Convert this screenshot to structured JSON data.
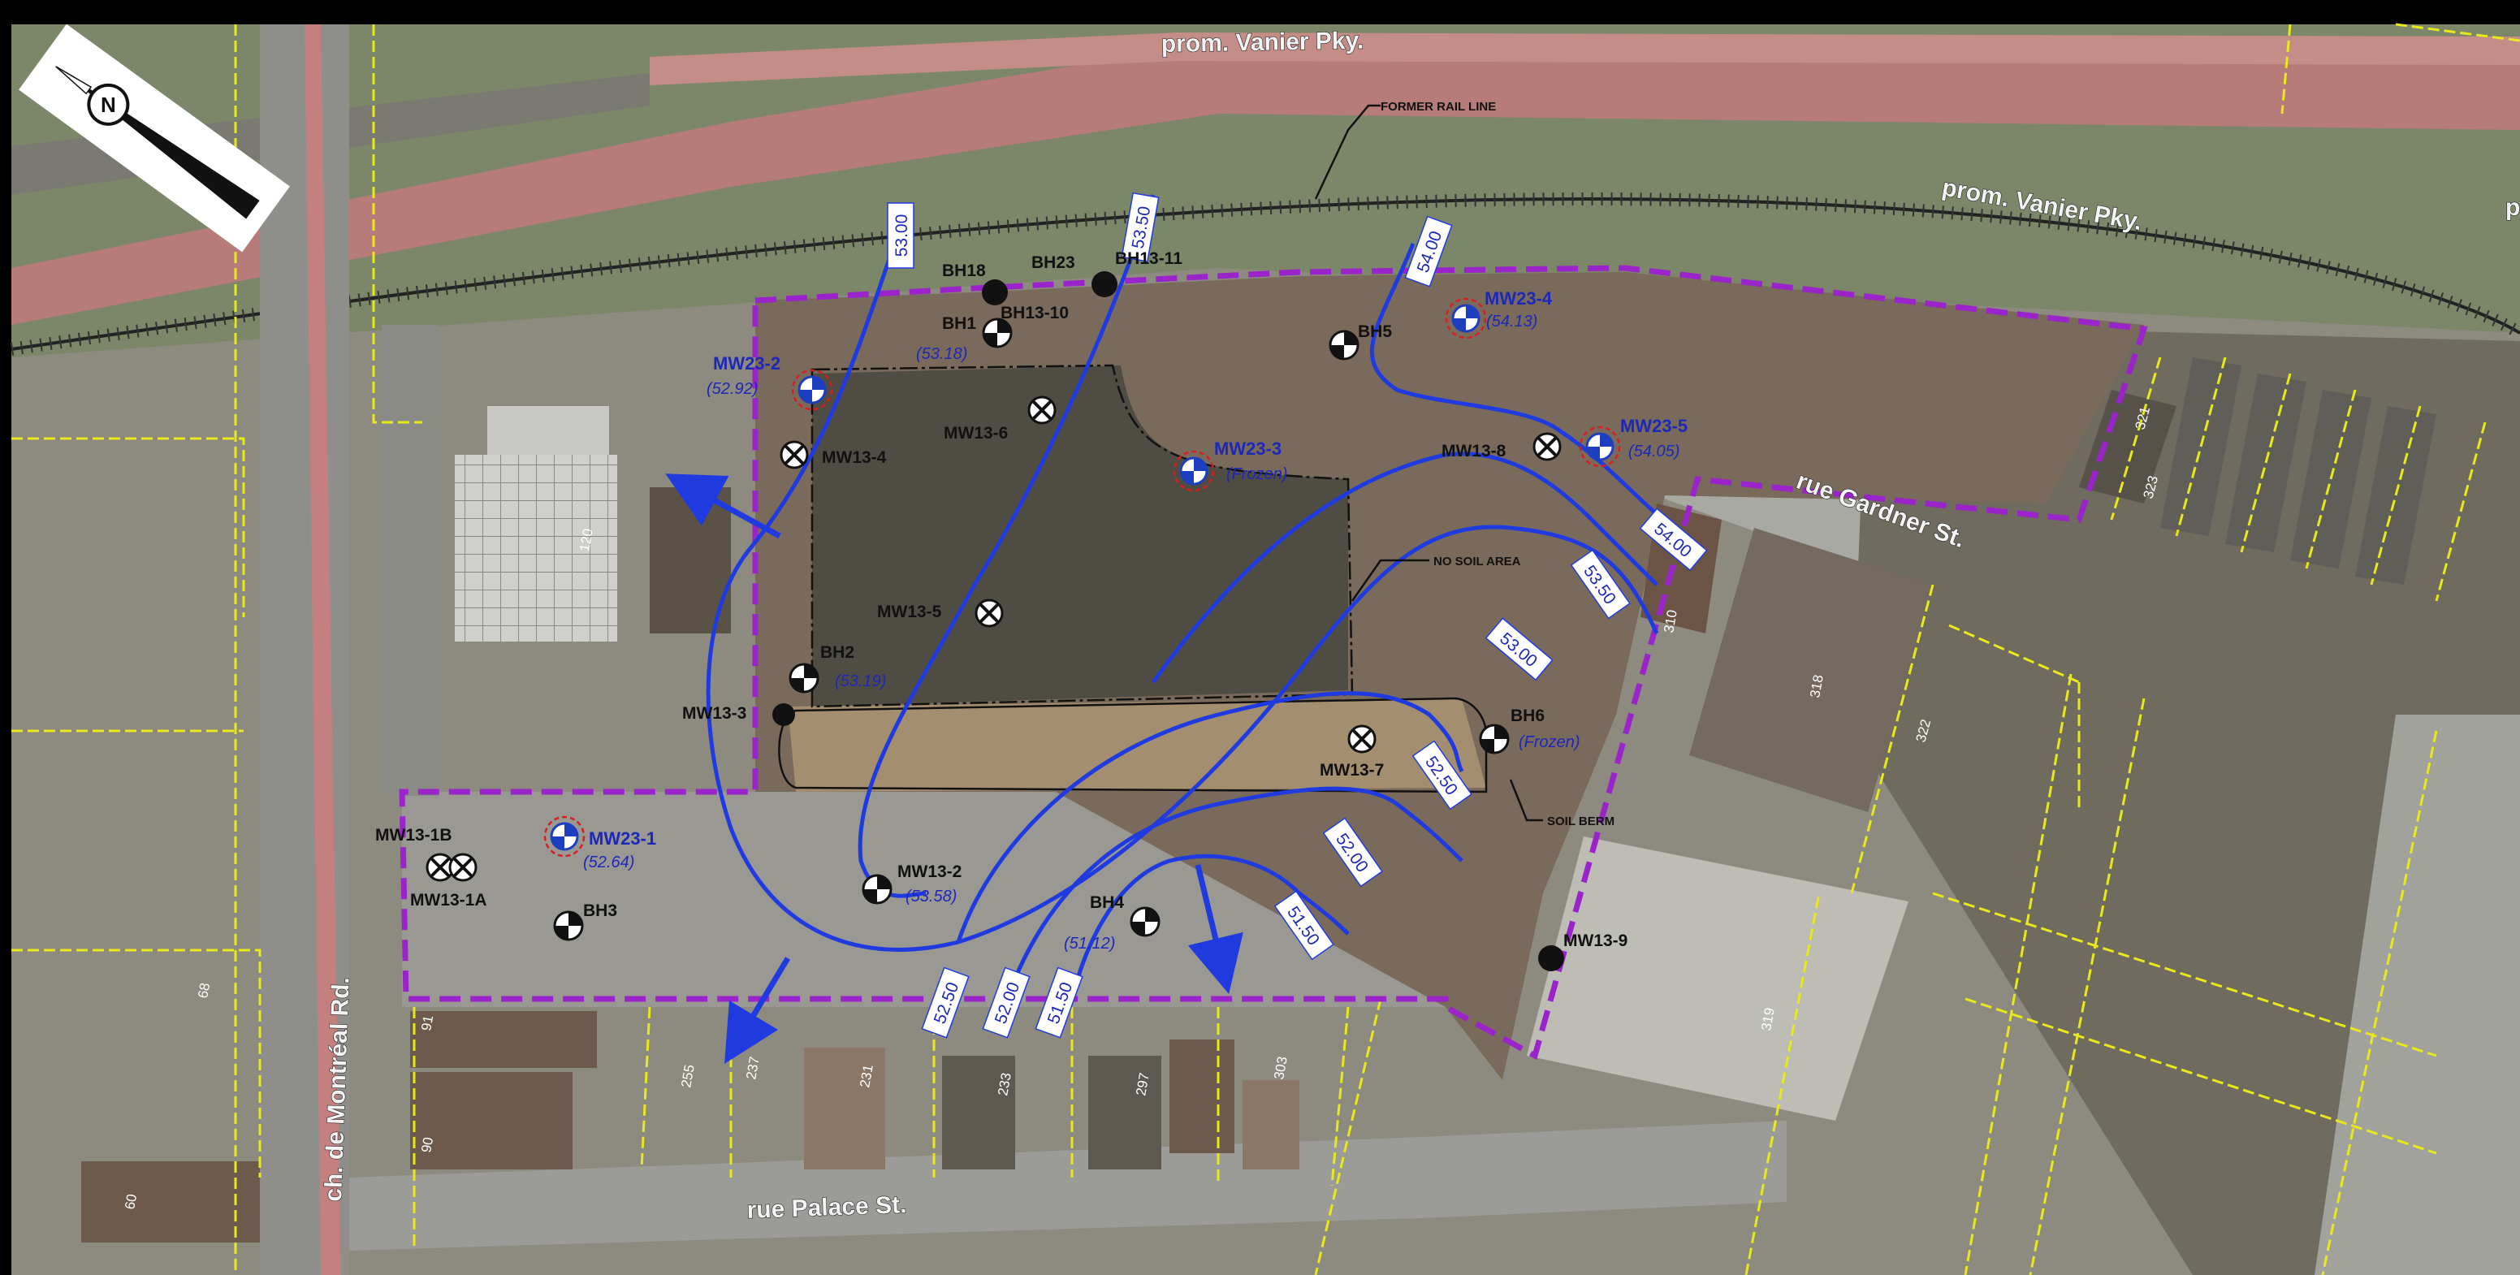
{
  "streets": {
    "vanier_top": "prom. Vanier Pky.",
    "vanier_mid": "prom. Vanier Pky.",
    "gardner": "rue Gardner St.",
    "montreal": "ch. de Montréal Rd.",
    "palace": "rue Palace St.",
    "edge_p": "p"
  },
  "annotations": {
    "former_rail": "FORMER RAIL LINE",
    "no_soil": "NO SOIL AREA",
    "soil_berm": "SOIL BERM"
  },
  "building_addresses": {
    "a120": "120",
    "a310": "310",
    "a318": "318",
    "a319": "319",
    "a321": "321",
    "a322": "322",
    "a323": "323",
    "a91": "91",
    "a90": "90",
    "a255": "255",
    "a237": "237",
    "a231": "231",
    "a233": "233",
    "a297": "297",
    "a303": "303",
    "a68": "68",
    "a60": "60"
  },
  "contours": {
    "c5300": "53.00",
    "c5350a": "53.50",
    "c5400a": "54.00",
    "c5400b": "54.00",
    "c5350b": "53.50",
    "c5300b": "53.00",
    "c5250a": "52.50",
    "c5200a": "52.00",
    "c5150a": "51.50",
    "c5250b": "52.50",
    "c5200b": "52.00",
    "c5150b": "51.50"
  },
  "boreholes": {
    "bh18": "BH18",
    "bh23": "BH23",
    "bh1311": "BH13-11",
    "bh1": "BH1",
    "bh1310": "BH13-10",
    "bh1_elev": "(53.18)",
    "bh5": "BH5",
    "mw132": "MW23-2",
    "mw232_elev": "(52.92)",
    "mw136": "MW13-6",
    "mw134": "MW13-4",
    "mw233": "MW23-3",
    "mw233_elev": "(Frozen)",
    "mw234": "MW23-4",
    "mw234_elev": "(54.13)",
    "mw138": "MW13-8",
    "mw235": "MW23-5",
    "mw235_elev": "(54.05)",
    "mw135": "MW13-5",
    "bh2": "BH2",
    "bh2_elev": "(53.19)",
    "mw133": "MW13-3",
    "bh6": "BH6",
    "bh6_elev": "(Frozen)",
    "mw137": "MW13-7",
    "mw131b": "MW13-1B",
    "mw231": "MW23-1",
    "mw231_elev": "(52.64)",
    "mw131a": "MW13-1A",
    "bh3": "BH3",
    "mw132b": "MW13-2",
    "mw132b_elev": "(53.58)",
    "bh4": "BH4",
    "bh4_elev": "(51.12)",
    "mw139": "MW13-9"
  },
  "north_arrow_label": "N",
  "colors": {
    "contour": "#1f3be0",
    "site_boundary": "#9a23c9",
    "parcel": "#e8e81a",
    "monitoring_well": "#1d3fbf",
    "well_ring": "#d42020"
  }
}
